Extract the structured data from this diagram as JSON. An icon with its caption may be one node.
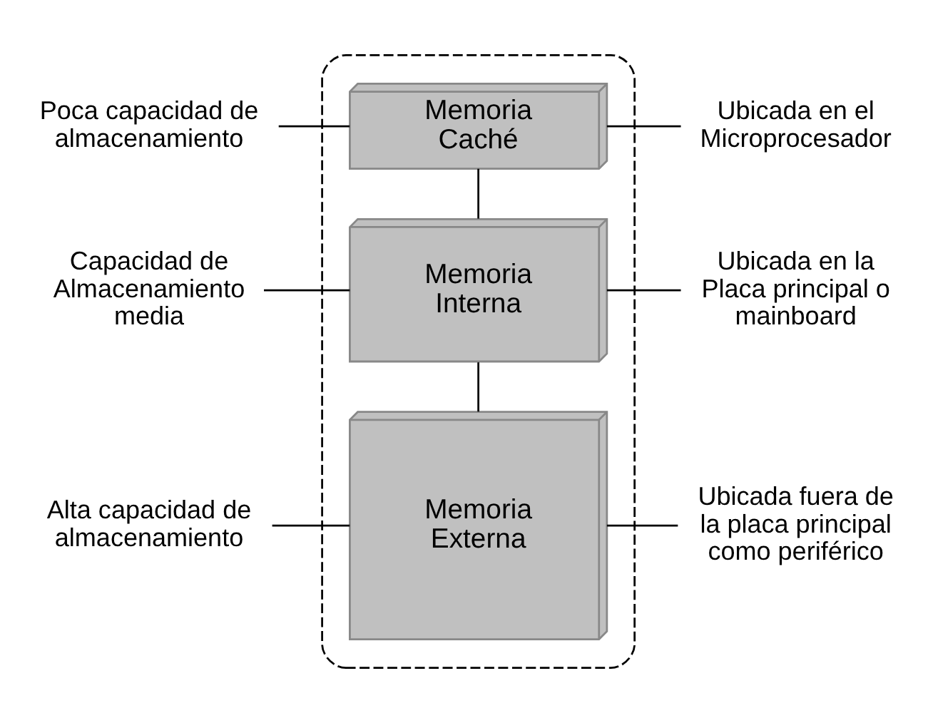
{
  "diagram": {
    "nodes": [
      {
        "text": [],
        "shape": "box"
      },
      {
        "text": [
          "Memoria Caché"
        ],
        "in": 0
      },
      {
        "text": [
          "Memoria Interna"
        ],
        "in": 0
      },
      {
        "text": [
          "Memoria Externa"
        ],
        "in": 0
      },
      {
        "text": [
          "Poca capacidad de almacenamiento"
        ]
      },
      {
        "text": [
          "Ubicada en el Microprocesador"
        ]
      },
      {
        "text": [
          "Capacidad de Almacenamiento media"
        ]
      },
      {
        "text": [
          "Ubicada en la Placa principal o mainboard"
        ]
      },
      {
        "text": [
          "Alta capacidad de almacenamiento"
        ]
      },
      {
        "text": [
          "Ubicada fuera de la placa principal como periférico"
        ]
      }
    ],
    "edges": [
      {
        "from": 1,
        "to": 2,
        "arrow": "none"
      },
      {
        "from": 2,
        "to": 3,
        "arrow": "none"
      },
      {
        "from": 4,
        "to": 1,
        "arrow": "none"
      },
      {
        "from": 1,
        "to": 5,
        "arrow": "none"
      },
      {
        "from": 6,
        "to": 2,
        "arrow": "none"
      },
      {
        "from": 2,
        "to": 7,
        "arrow": "none"
      },
      {
        "from": 8,
        "to": 3,
        "arrow": "none"
      },
      {
        "from": 3,
        "to": 9,
        "arrow": "none"
      }
    ]
  }
}
